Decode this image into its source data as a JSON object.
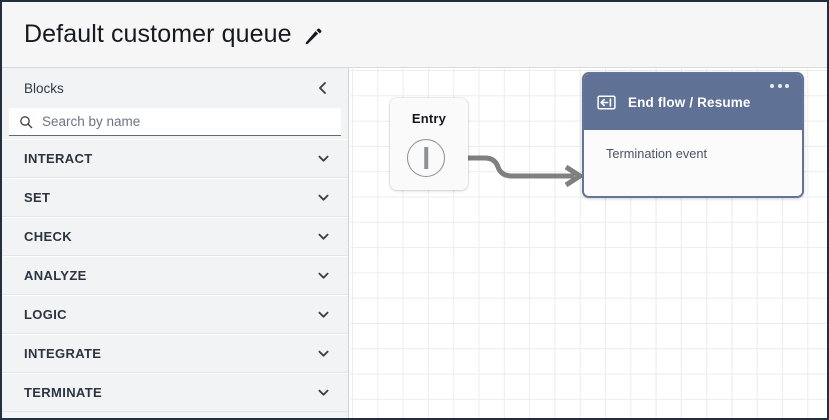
{
  "header": {
    "title": "Default customer queue",
    "edit_icon": "pencil-icon"
  },
  "sidebar": {
    "panel_label": "Blocks",
    "collapse_icon": "chevron-left-icon",
    "search": {
      "icon": "search-icon",
      "value": "",
      "placeholder": "Search by name"
    },
    "sections": [
      {
        "label": "INTERACT",
        "chevron": "chevron-down-icon"
      },
      {
        "label": "SET",
        "chevron": "chevron-down-icon"
      },
      {
        "label": "CHECK",
        "chevron": "chevron-down-icon"
      },
      {
        "label": "ANALYZE",
        "chevron": "chevron-down-icon"
      },
      {
        "label": "LOGIC",
        "chevron": "chevron-down-icon"
      },
      {
        "label": "INTEGRATE",
        "chevron": "chevron-down-icon"
      },
      {
        "label": "TERMINATE",
        "chevron": "chevron-down-icon"
      }
    ]
  },
  "canvas": {
    "entry_node": {
      "label": "Entry",
      "port_icon": "start-port-icon"
    },
    "flow_node": {
      "header_icon": "end-flow-exit-icon",
      "header_title": "End flow / Resume",
      "menu_icon": "more-options-icon",
      "body_text": "Termination event"
    },
    "connector": {
      "arrow_icon": "arrow-right-icon"
    }
  },
  "colors": {
    "node_header": "#5f7194",
    "node_border": "#63749a",
    "topbar_bg": "#f6f6f7",
    "sidebar_bg": "#f1f3f5",
    "grid_line": "#ececec",
    "connector": "#808080"
  }
}
